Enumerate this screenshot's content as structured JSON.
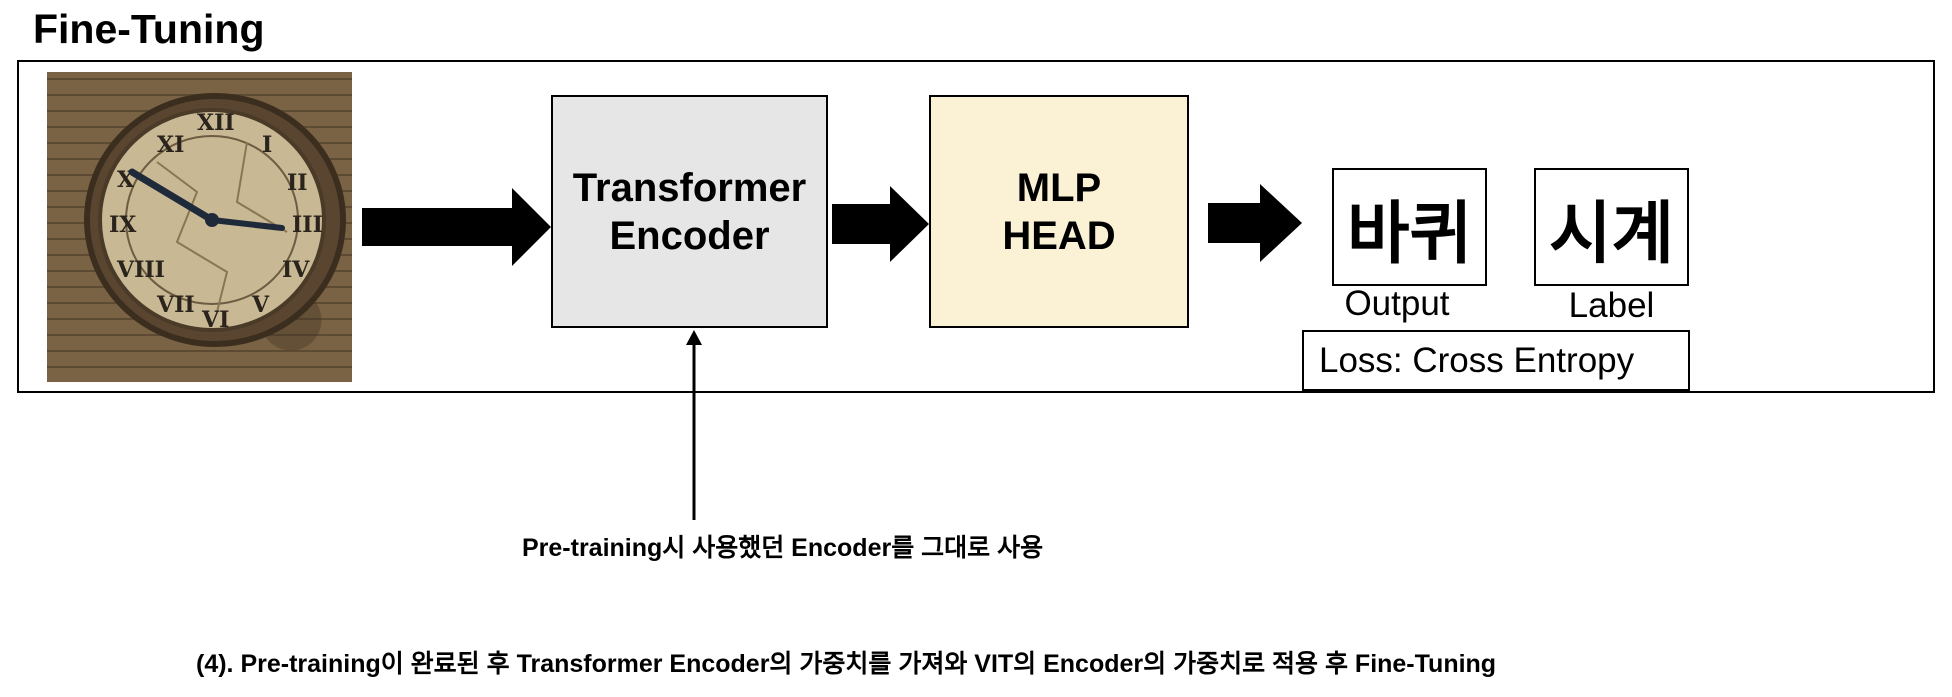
{
  "title": "Fine-Tuning",
  "encoder": {
    "line1": "Transformer",
    "line2": "Encoder"
  },
  "mlp": {
    "line1": "MLP",
    "line2": "HEAD"
  },
  "output": {
    "text": "바퀴",
    "caption": "Output"
  },
  "label": {
    "text": "시계",
    "caption": "Label"
  },
  "loss": "Loss: Cross Entropy",
  "encoder_note": "Pre-training시 사용했던 Encoder를 그대로 사용",
  "caption": "(4). Pre-training이 완료된 후 Transformer Encoder의 가중치를 가져와 VIT의 Encoder의 가중치로 적용 후 Fine-Tuning",
  "colors": {
    "encoder_fill": "#e6e6e6",
    "mlp_fill": "#fbf2d6",
    "arrow": "#000000"
  },
  "icons": {
    "input_image": "clock-image"
  }
}
